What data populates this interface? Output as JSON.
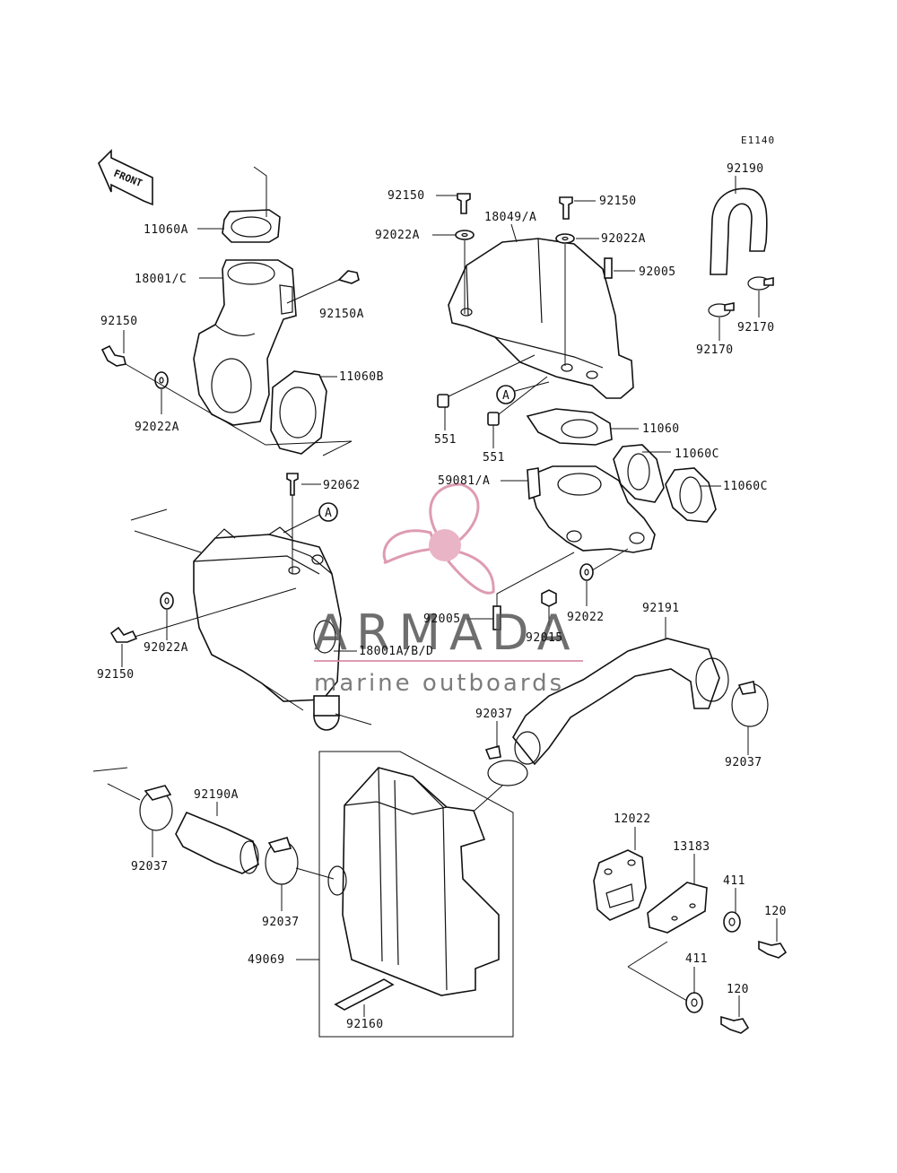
{
  "diagram_code": "E1140",
  "front_label": "FRONT",
  "circle_ref": "A",
  "watermark": {
    "brand": "ARMADA",
    "tagline": "marine outboards",
    "logo_color": "#d98aa6",
    "text_color": "#555555"
  },
  "parts": [
    {
      "id": "p-11060A",
      "label": "11060A"
    },
    {
      "id": "p-18001C",
      "label": "18001/C"
    },
    {
      "id": "p-92150-left-top",
      "label": "92150"
    },
    {
      "id": "p-92150A",
      "label": "92150A"
    },
    {
      "id": "p-92022A-left-top",
      "label": "92022A"
    },
    {
      "id": "p-11060B",
      "label": "11060B"
    },
    {
      "id": "p-92150-mid-left",
      "label": "92150"
    },
    {
      "id": "p-92150-mid-right",
      "label": "92150"
    },
    {
      "id": "p-18049A",
      "label": "18049/A"
    },
    {
      "id": "p-92022A-mid-left",
      "label": "92022A"
    },
    {
      "id": "p-92022A-mid-right",
      "label": "92022A"
    },
    {
      "id": "p-92005-top",
      "label": "92005"
    },
    {
      "id": "p-92190",
      "label": "92190"
    },
    {
      "id": "p-92170-right",
      "label": "92170"
    },
    {
      "id": "p-92170-left",
      "label": "92170"
    },
    {
      "id": "p-551-a",
      "label": "551"
    },
    {
      "id": "p-551-b",
      "label": "551"
    },
    {
      "id": "p-11060",
      "label": "11060"
    },
    {
      "id": "p-11060C-a",
      "label": "11060C"
    },
    {
      "id": "p-11060C-b",
      "label": "11060C"
    },
    {
      "id": "p-59081A",
      "label": "59081/A"
    },
    {
      "id": "p-92062",
      "label": "92062"
    },
    {
      "id": "p-92022",
      "label": "92022"
    },
    {
      "id": "p-92005-bottom",
      "label": "92005"
    },
    {
      "id": "p-92015",
      "label": "92015"
    },
    {
      "id": "p-92191",
      "label": "92191"
    },
    {
      "id": "p-92022A-lower",
      "label": "92022A"
    },
    {
      "id": "p-92150-lower",
      "label": "92150"
    },
    {
      "id": "p-18001ABD",
      "label": "18001A/B/D"
    },
    {
      "id": "p-92037-top",
      "label": "92037"
    },
    {
      "id": "p-92037-right",
      "label": "92037"
    },
    {
      "id": "p-92037-left",
      "label": "92037"
    },
    {
      "id": "p-92190A",
      "label": "92190A"
    },
    {
      "id": "p-92037-mid",
      "label": "92037"
    },
    {
      "id": "p-49069",
      "label": "49069"
    },
    {
      "id": "p-92160",
      "label": "92160"
    },
    {
      "id": "p-12022",
      "label": "12022"
    },
    {
      "id": "p-13183",
      "label": "13183"
    },
    {
      "id": "p-411-top",
      "label": "411"
    },
    {
      "id": "p-120-top",
      "label": "120"
    },
    {
      "id": "p-411-bottom",
      "label": "411"
    },
    {
      "id": "p-120-bottom",
      "label": "120"
    }
  ]
}
